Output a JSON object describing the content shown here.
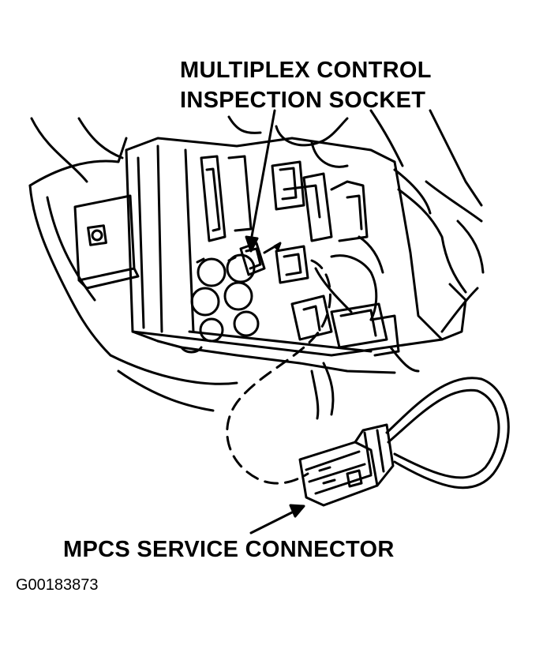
{
  "labels": {
    "inspection_socket_line1": "MULTIPLEX CONTROL",
    "inspection_socket_line2": "INSPECTION SOCKET",
    "service_connector": "MPCS SERVICE CONNECTOR"
  },
  "figure_id": "G00183873",
  "colors": {
    "ink": "#000000",
    "paper": "#ffffff"
  }
}
